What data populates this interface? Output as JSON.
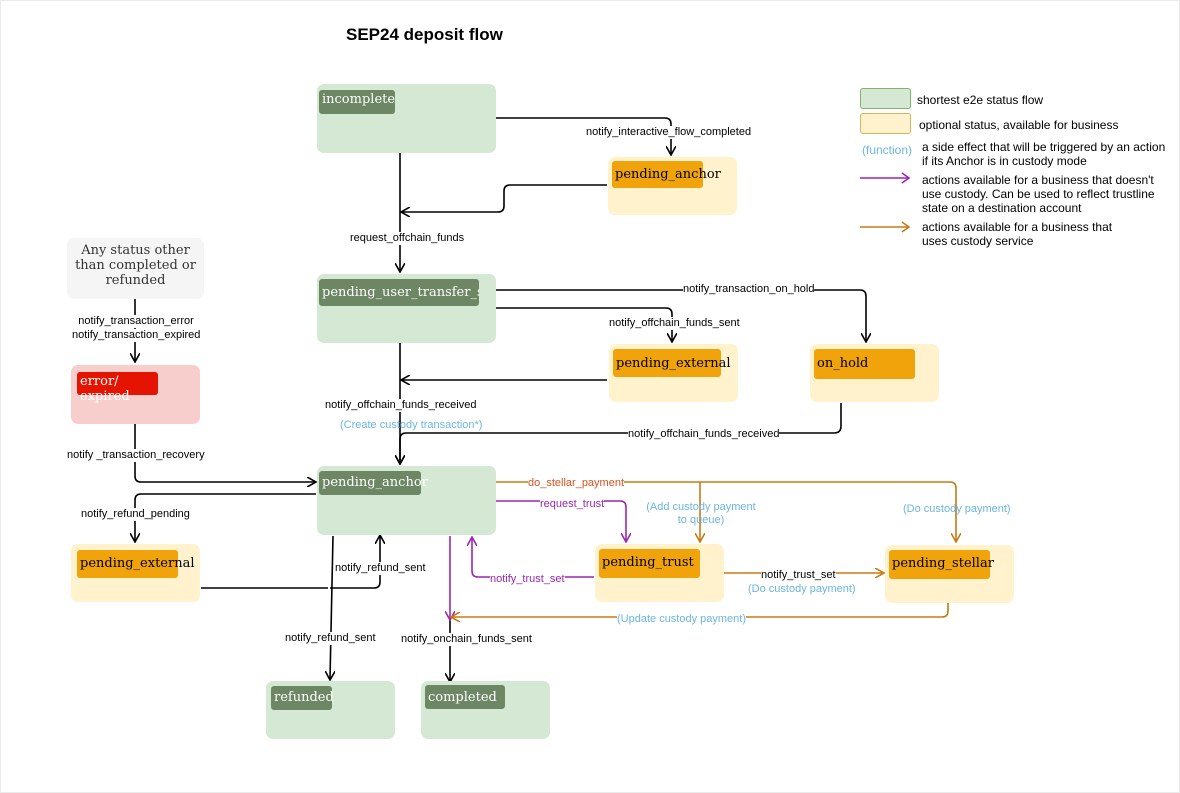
{
  "title": "SEP24 deposit flow",
  "nodes": {
    "incomplete": "incomplete",
    "pending_anchor_top": "pending_anchor",
    "pending_user_transfer_start": "pending_user_transfer_start",
    "pending_external_mid": "pending_external",
    "on_hold": "on_hold",
    "any_status": "Any status other than completed or refunded",
    "error_expired": "error/ expired",
    "pending_anchor_main": "pending_anchor",
    "pending_external_left": "pending_external",
    "pending_trust": "pending_trust",
    "pending_stellar": "pending_stellar",
    "refunded": "refunded",
    "completed": "completed"
  },
  "edge_labels": {
    "notify_interactive_flow_completed": "notify_interactive_flow_completed",
    "request_offchain_funds": "request_offchain_funds",
    "notify_transaction_on_hold": "notify_transaction_on_hold",
    "notify_offchain_funds_sent": "notify_offchain_funds_sent",
    "notify_transaction_error": "notify_transaction_error",
    "notify_transaction_expired": "notify_transaction_expired",
    "notify_offchain_funds_received_left": "notify_offchain_funds_received",
    "create_custody_transaction": "(Create custody transaction*)",
    "notify_offchain_funds_received_right": "notify_offchain_funds_received",
    "notify_transaction_recovery": "notify _transaction_recovery",
    "do_stellar_payment": "do_stellar_payment",
    "request_trust": "request_trust",
    "add_custody_payment": "(Add custody payment to queue)",
    "do_custody_payment": "(Do custody payment)",
    "notify_refund_pending": "notify_refund_pending",
    "notify_refund_sent_a": "notify_refund_sent",
    "notify_trust_set_left": "notify_trust_set",
    "notify_trust_set_right": "notify_trust_set",
    "do_custody_payment_2": "(Do custody payment)",
    "update_custody_payment": "(Update custody payment)",
    "notify_refund_sent_b": "notify_refund_sent",
    "notify_onchain_funds_sent": "notify_onchain_funds_sent"
  },
  "legend": {
    "green": "shortest e2e status flow",
    "yellow": "optional status, available for business",
    "function_word": "function",
    "function_desc": "a side effect that will be triggered by an action if its Anchor is in custody mode",
    "purple_desc": "actions available for a business that doesn't use custody. Can be used to reflect trustline state on a destination account",
    "orange_desc": "actions available for a business that uses custody service"
  },
  "colors": {
    "green_fill": "#d5e8d4",
    "green_tag": "#6d8764",
    "yellow_fill": "#fff2cc",
    "orange_tag": "#f0a30a",
    "red_fill": "#f8cecc",
    "red_tag": "#e51400",
    "purple_arrow": "#9c27b0",
    "orange_arrow": "#c87a14",
    "blue_text": "#6cb6e0"
  }
}
